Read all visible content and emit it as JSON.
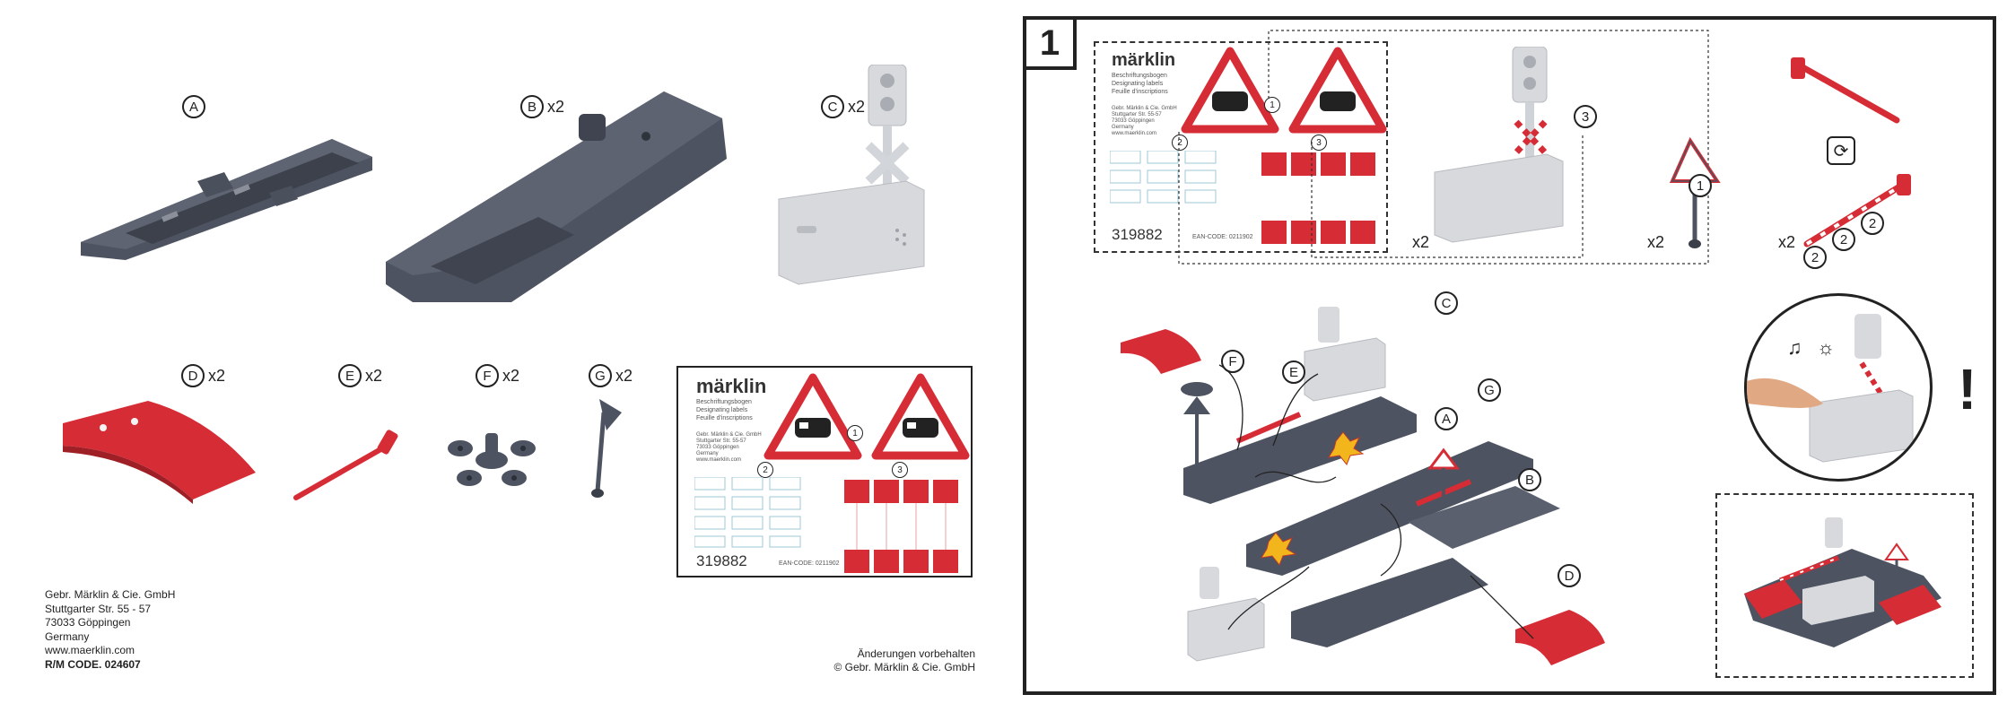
{
  "parts": {
    "A": {
      "letter": "A",
      "mult": ""
    },
    "B": {
      "letter": "B",
      "mult": "x2"
    },
    "C": {
      "letter": "C",
      "mult": "x2"
    },
    "D": {
      "letter": "D",
      "mult": "x2"
    },
    "E": {
      "letter": "E",
      "mult": "x2"
    },
    "F": {
      "letter": "F",
      "mult": "x2"
    },
    "G": {
      "letter": "G",
      "mult": "x2"
    }
  },
  "decal_sheet": {
    "brand": "märklin",
    "subtitle_lines": [
      "Beschriftungsbogen",
      "Designating labels",
      "Feuille d'inscriptions"
    ],
    "address_lines": [
      "Gebr. Märklin & Cie. GmbH",
      "Stuttgarter Str. 55-57",
      "73033 Göppingen",
      "Germany",
      "www.maerklin.com"
    ],
    "sheet_number": "319882",
    "ean_label": "EAN-CODE: 0211902",
    "markers": {
      "one": "1",
      "two": "2",
      "three": "3"
    }
  },
  "company": {
    "name": "Gebr. Märklin & Cie. GmbH",
    "street": "Stuttgarter Str. 55 - 57",
    "city": "73033 Göppingen",
    "country": "Germany",
    "web": "www.maerklin.com",
    "code": "R/M CODE. 024607"
  },
  "note": {
    "line1": "Änderungen vorbehalten",
    "line2": "© Gebr. Märklin & Cie. GmbH"
  },
  "step": {
    "number": "1",
    "callouts": {
      "one": "1",
      "two": "2",
      "three": "3"
    },
    "multipliers": {
      "signal": "x2",
      "sign": "x2",
      "barrier": "x2"
    },
    "assembly_letters": {
      "A": "A",
      "B": "B",
      "C": "C",
      "D": "D",
      "E": "E",
      "F": "F",
      "G": "G"
    },
    "warning": "!"
  },
  "colors": {
    "dark_grey": "#4d5360",
    "light_grey": "#d7d9dc",
    "red": "#d62c35",
    "outline": "#222222"
  }
}
